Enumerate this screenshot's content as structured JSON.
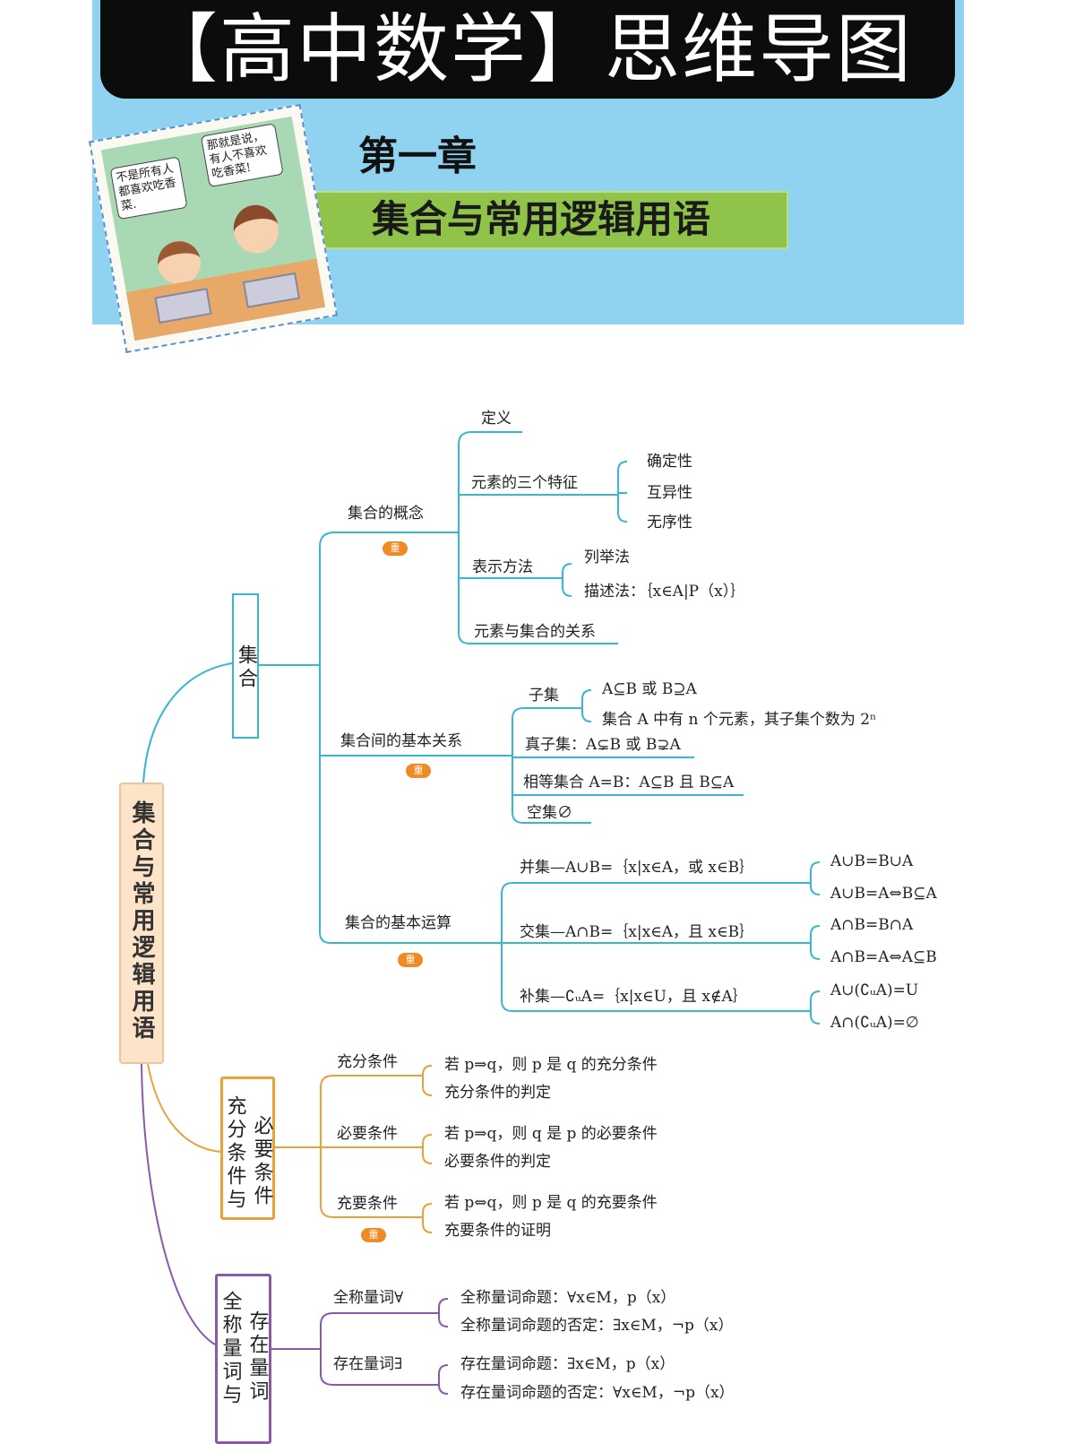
{
  "header": {
    "title": "【高中数学】思维导图",
    "chapter": "第一章",
    "chapter_title": "集合与常用逻辑用语"
  },
  "comic": {
    "bubble_left": "不是所有人都喜欢吃香菜.",
    "bubble_right": "那就是说，有人不喜欢吃香菜!"
  },
  "colors": {
    "sets": "#3ab7d0",
    "conditions": "#e7a23a",
    "quantifiers": "#8a5aa8",
    "badge": "#f08a24",
    "header_bg": "#8fd3f1",
    "chapter_box": "#8fc34a"
  },
  "badge_label": "重",
  "root": "集合与常用逻辑用语",
  "sets": {
    "label": "集合",
    "concept": {
      "label": "集合的概念",
      "definition": "定义",
      "features": "元素的三个特征",
      "feature_items": [
        "确定性",
        "互异性",
        "无序性"
      ],
      "representation": "表示方法",
      "rep_items": [
        "列举法",
        "描述法：｛x∈A|P（x）｝"
      ],
      "relation": "元素与集合的关系"
    },
    "relations": {
      "label": "集合间的基本关系",
      "subset": "子集",
      "subset_items": [
        "A⊆B 或 B⊇A",
        "集合 A 中有 n 个元素，其子集个数为 2ⁿ"
      ],
      "proper": "真子集：A⊊B 或 B⊋A",
      "equal": "相等集合 A=B：A⊆B 且 B⊆A",
      "empty": "空集∅"
    },
    "operations": {
      "label": "集合的基本运算",
      "union": "并集—A∪B=｛x|x∈A，或 x∈B｝",
      "union_items": [
        "A∪B=B∪A",
        "A∪B=A⇔B⊆A"
      ],
      "intersection": "交集—A∩B=｛x|x∈A，且 x∈B｝",
      "intersection_items": [
        "A∩B=B∩A",
        "A∩B=A⇔A⊆B"
      ],
      "complement": "补集—∁ᵤA=｛x|x∈U，且 x∉A｝",
      "complement_items": [
        "A∪(∁ᵤA)=U",
        "A∩(∁ᵤA)=∅"
      ]
    }
  },
  "conditions": {
    "label_a": "充分条件与",
    "label_b": "必要条件",
    "sufficient": "充分条件",
    "sufficient_items": [
      "若 p⇒q，则 p 是 q 的充分条件",
      "充分条件的判定"
    ],
    "necessary": "必要条件",
    "necessary_items": [
      "若 p⇒q，则 q 是 p 的必要条件",
      "必要条件的判定"
    ],
    "both": "充要条件",
    "both_items": [
      "若 p⇔q，则 p 是 q 的充要条件",
      "充要条件的证明"
    ]
  },
  "quantifiers": {
    "label_a": "全称量词与",
    "label_b": "存在量词",
    "universal": "全称量词∀",
    "universal_items": [
      "全称量词命题：∀x∈M，p（x）",
      "全称量词命题的否定：∃x∈M，¬p（x）"
    ],
    "existential": "存在量词∃",
    "existential_items": [
      "存在量词命题：∃x∈M，p（x）",
      "存在量词命题的否定：∀x∈M，¬p（x）"
    ]
  }
}
